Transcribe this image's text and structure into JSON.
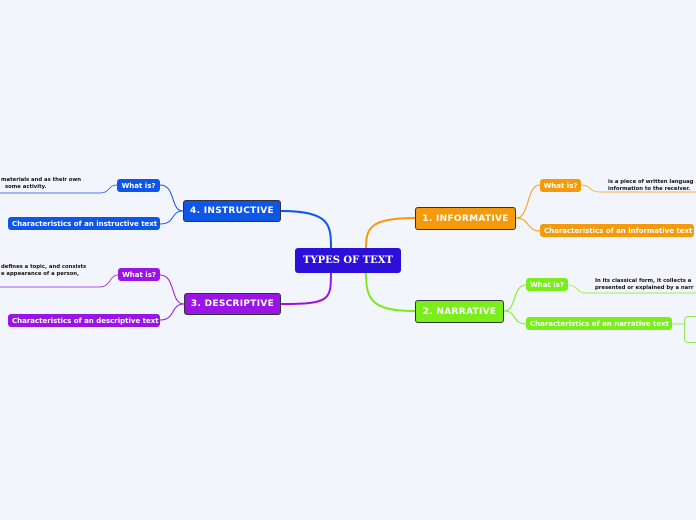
{
  "diagram": {
    "central": "TYPES OF TEXT",
    "colors": {
      "central": "#2c0fd9",
      "informative": "#f59a0b",
      "narrative": "#79ee1a",
      "descriptive": "#9b14e6",
      "instructive": "#0d56e8"
    },
    "informative": {
      "title": "1. INFORMATIVE",
      "what_is": "What is?",
      "characteristics": "Characteristics of an informative text",
      "definition": [
        "is a piece of written languag",
        "information to the receiver."
      ]
    },
    "narrative": {
      "title": "2. NARRATIVE",
      "what_is": "What is?",
      "characteristics": "Characteristics of an narrative text",
      "definition": [
        "In its classical form, it collects a",
        "presented or explained by a narr"
      ]
    },
    "descriptive": {
      "title": "3. DESCRIPTIVE",
      "what_is": "What is?",
      "characteristics": "Characteristics of an descriptive text",
      "definition": [
        "defines a topic, and consists",
        "e appearance of a person,"
      ]
    },
    "instructive": {
      "title": "4. INSTRUCTIVE",
      "what_is": "What is?",
      "characteristics": "Characteristics of an instructive text",
      "definition": [
        "materials and as their own",
        "some activity."
      ]
    }
  }
}
